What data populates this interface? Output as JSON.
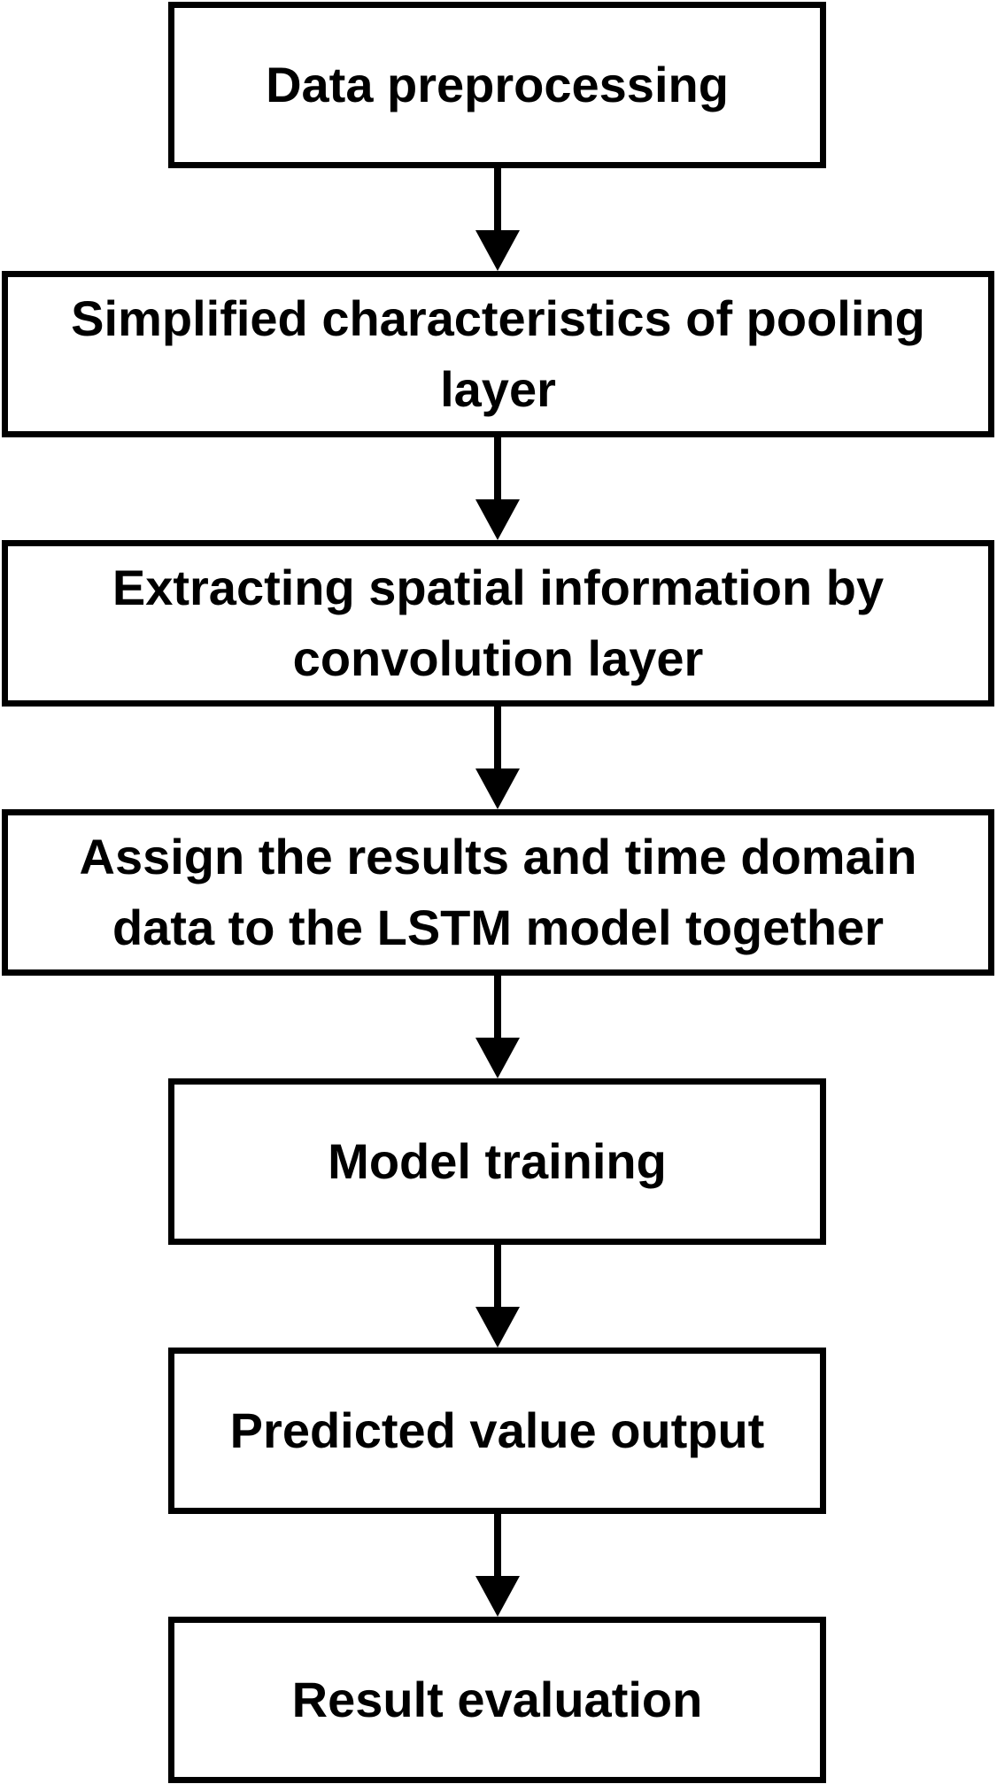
{
  "steps": [
    {
      "label": "Data preprocessing"
    },
    {
      "label": "Simplified characteristics of pooling layer"
    },
    {
      "label": "Extracting spatial information by convolution layer"
    },
    {
      "label": "Assign the results and time domain data to the LSTM model together"
    },
    {
      "label": "Model training"
    },
    {
      "label": "Predicted value output"
    },
    {
      "label": "Result evaluation"
    }
  ]
}
